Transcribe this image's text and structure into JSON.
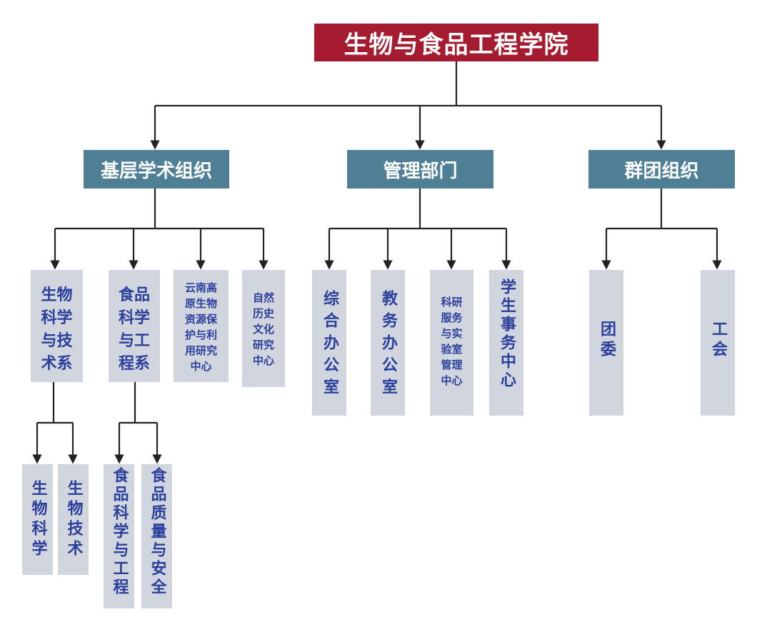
{
  "root": {
    "title": "生物与食品工程学院"
  },
  "branches": {
    "academic": {
      "title": "基层学术组织",
      "children": {
        "bio_dept": {
          "lines": [
            "生物",
            "科学",
            "与技",
            "术系"
          ]
        },
        "food_dept": {
          "lines": [
            "食品",
            "科学",
            "与工",
            "程系"
          ]
        },
        "plateau_center": {
          "lines": [
            "云南高",
            "原生物",
            "资源保",
            "护与利",
            "用研究",
            "中心"
          ]
        },
        "history_center": {
          "lines": [
            "自然",
            "历史",
            "文化",
            "研究",
            "中心"
          ]
        }
      },
      "majors": {
        "bio_science": "生物科学",
        "bio_tech": "生物技术",
        "food_science": "食品科学与工程",
        "food_quality": "食品质量与安全"
      }
    },
    "admin": {
      "title": "管理部门",
      "children": {
        "general_office": "综合办公室",
        "academic_office": "教务办公室",
        "lab_center": {
          "lines": [
            "科研",
            "服务",
            "与实",
            "验室",
            "管理",
            "中心"
          ]
        },
        "student_center": "学生事务中心"
      }
    },
    "groups": {
      "title": "群团组织",
      "children": {
        "youth_league": "团委",
        "union": "工会"
      }
    }
  },
  "colors": {
    "root_bg": "#a51b2f",
    "level1_bg": "#4e7f95",
    "leaf_bg": "#d1d5de",
    "leaf_text": "#2b3f9c",
    "line": "#222222"
  }
}
